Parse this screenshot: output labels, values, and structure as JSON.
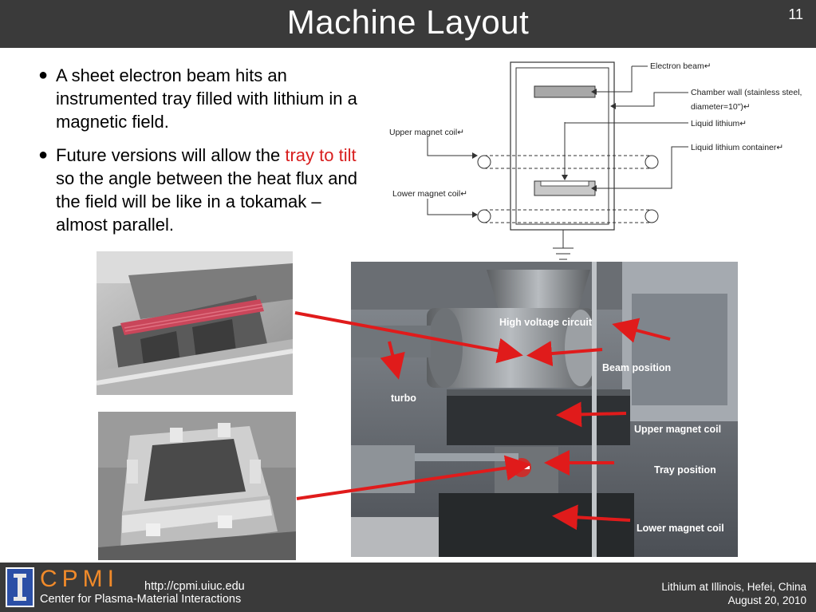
{
  "slide": {
    "title": "Machine Layout",
    "page_number": "11"
  },
  "bullets": [
    {
      "text": "A sheet electron beam hits an instrumented tray filled with lithium in a magnetic field."
    },
    {
      "before": "Future versions will allow the ",
      "highlight": "tray to tilt",
      "after": " so the angle between the heat flux and the field will be like in a tokamak – almost parallel."
    }
  ],
  "diagram": {
    "labels": {
      "electron_beam": "Electron beam↵",
      "chamber_wall_1": "Chamber wall (stainless steel,",
      "chamber_wall_2": "diameter=10\")↵",
      "liquid_lithium": "Liquid lithium↵",
      "liquid_lithium_container": "Liquid lithium container↵",
      "upper_magnet_coil": "Upper magnet coil↵",
      "lower_magnet_coil": "Lower magnet coil↵"
    }
  },
  "photo_labels": {
    "high_voltage_circuit": "High voltage circuit",
    "beam_position": "Beam position",
    "turbo": "turbo",
    "upper_magnet_coil": "Upper magnet coil",
    "tray_position": "Tray position",
    "lower_magnet_coil": "Lower magnet coil"
  },
  "footer": {
    "org_abbr": "CPMI",
    "org_name": "Center for Plasma-Material Interactions",
    "url": "http://cpmi.uiuc.edu",
    "conference": "Lithium at Illinois, Hefei, China",
    "date": "August 20, 2010"
  },
  "colors": {
    "bar": "#3a3a3a",
    "accent_orange": "#f08a2a",
    "highlight_red": "#d81e1e",
    "logo_blue": "#2b4fa6"
  }
}
